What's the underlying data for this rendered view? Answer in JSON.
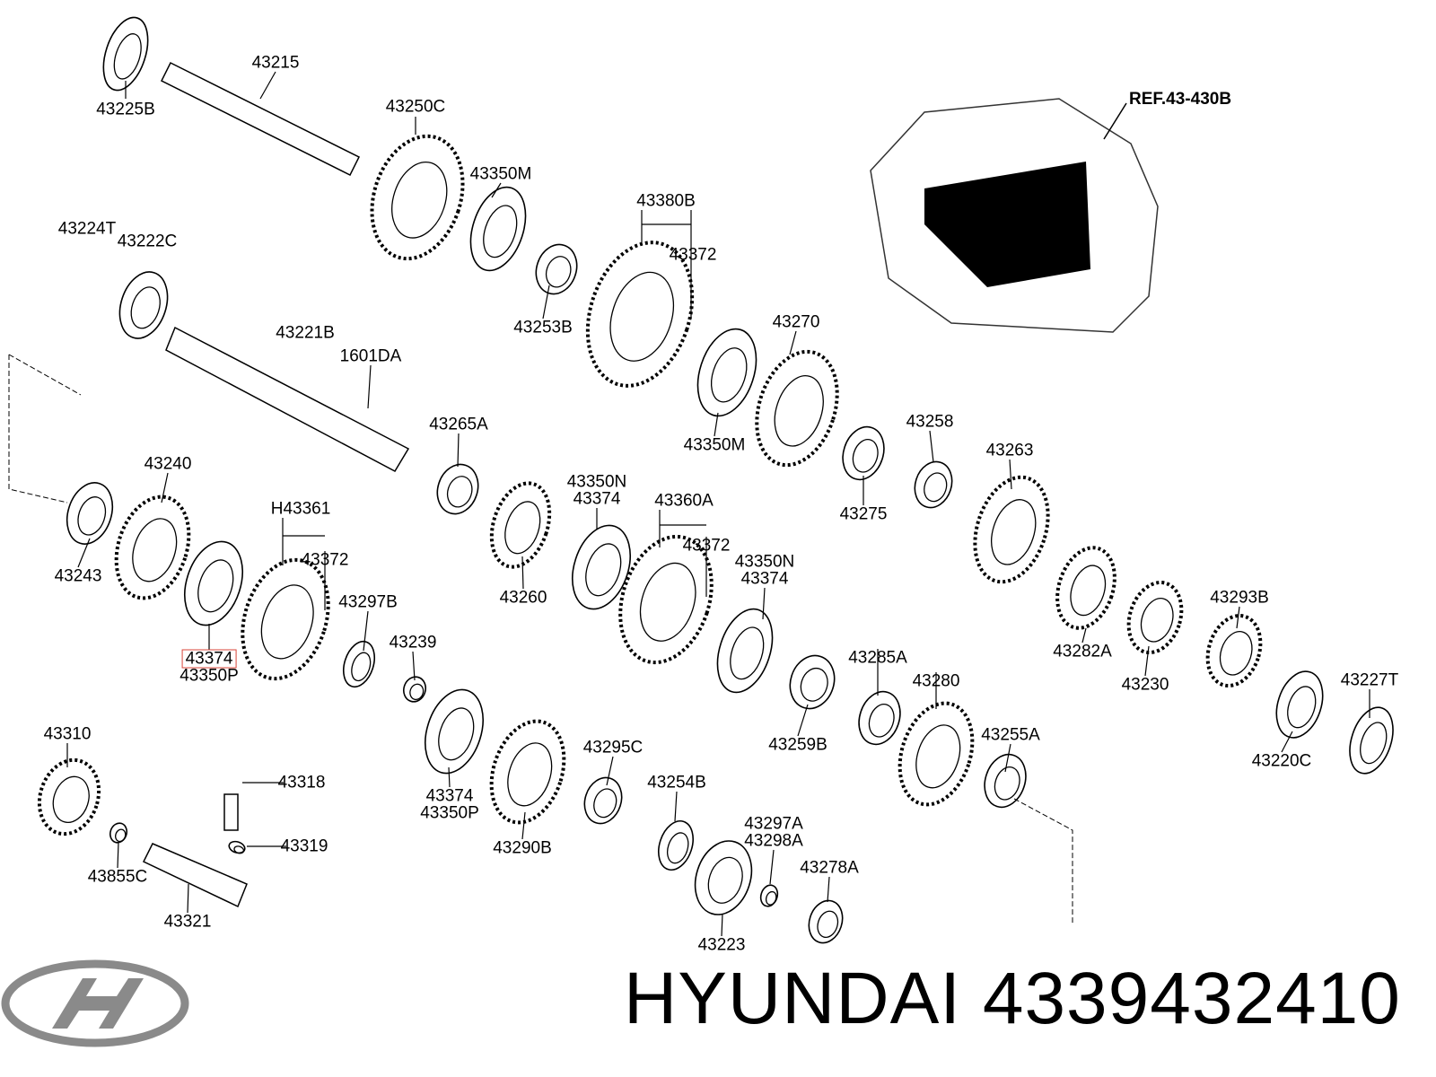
{
  "diagram": {
    "reference": "REF.43-430B",
    "labels": [
      "43225B",
      "43215",
      "43250C",
      "43350M",
      "43380B",
      "43372",
      "43224T",
      "43222C",
      "43253B",
      "43221B",
      "1601DA",
      "43270",
      "43265A",
      "43350M",
      "43258",
      "43240",
      "43275",
      "43263",
      "43350N",
      "43374",
      "43360A",
      "H43361",
      "43372",
      "43372",
      "43350N",
      "43374",
      "43243",
      "43260",
      "43297B",
      "43293B",
      "43374",
      "43350P",
      "43239",
      "43285A",
      "43280",
      "43282A",
      "43227T",
      "43230",
      "43310",
      "43295C",
      "43255A",
      "43259B",
      "43220C",
      "43318",
      "43254B",
      "43374",
      "43350P",
      "43290B",
      "43297A",
      "43298A",
      "43319",
      "43855C",
      "43278A",
      "43321",
      "43223"
    ],
    "highlighted_label": "43374",
    "highlight_color": "#d9463a"
  },
  "caption": {
    "brand": "HYUNDAI",
    "part_number": "4339432410",
    "logo": "hyundai-logo"
  }
}
